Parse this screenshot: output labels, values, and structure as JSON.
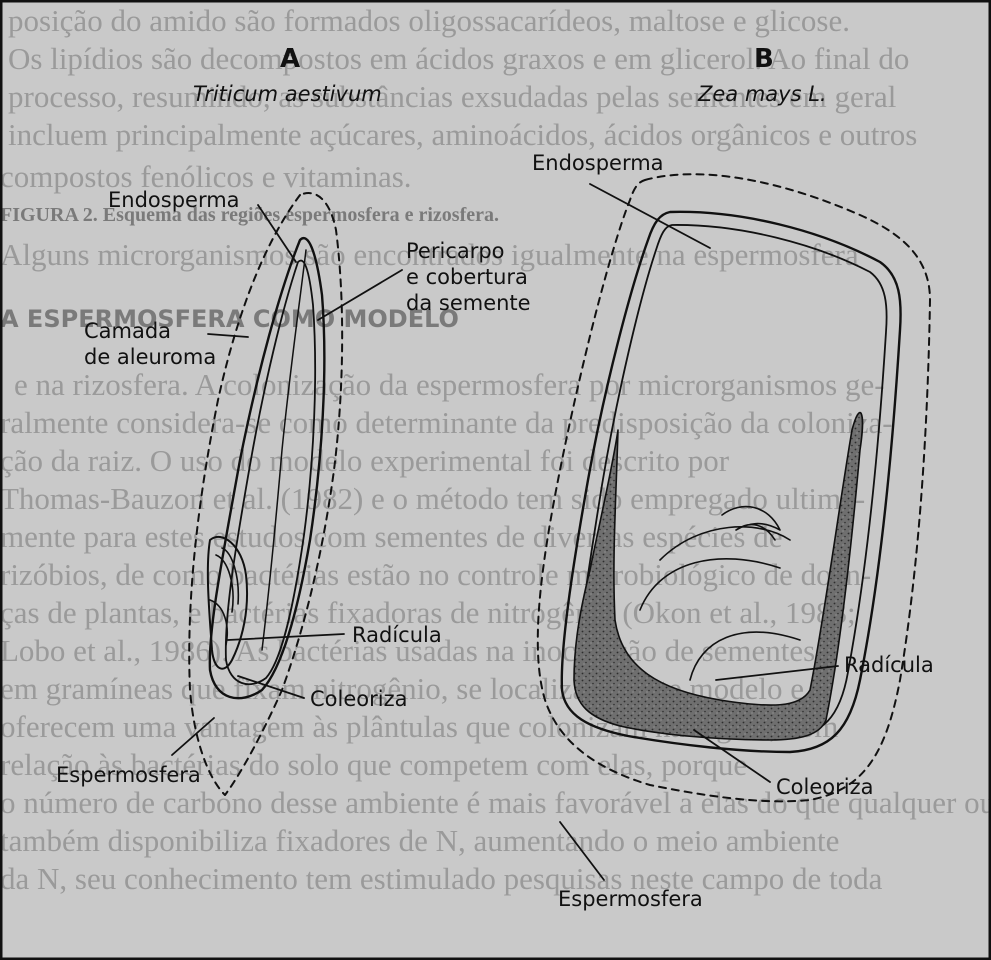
{
  "background_text": [
    "posição do amido são formados oligossacarídeos, maltose e glicose.",
    "Os lipídios são decompostos em ácidos graxos e em glicerol. Ao final do",
    "processo, resumindo, as substâncias exsudadas pelas sementes em geral",
    "incluem principalmente açúcares, aminoácidos, ácidos orgânicos e outros",
    "compostos fenólicos e vitaminas.",
    "Alguns microrganismos são encontrados igualmente na espermosfera",
    "e na rizosfera. A colonização da espermosfera por microrganismos ge-",
    "ralmente considera-se como determinante da predisposição da coloniza-",
    "ção da raiz. O uso do modelo experimental foi descrito por",
    "Thomas-Bauzon et al. (1982) e o método tem sido empregado ultima-",
    "mente para estes estudos com sementes de diversas espécies de",
    "rizóbios, de como bactérias estão no controle microbiológico de doen-",
    "ças de plantas, e bactérias fixadoras de nitrogênio (Okon et al., 1983;",
    "Lobo et al., 1986). As bactérias usadas na inoculação de sementes",
    "em gramíneas que fixam nitrogênio, se localizam neste modelo e",
    "oferecem uma vantagem às plântulas que colonizam na região, com",
    "relação às bactérias do solo que competem com elas, porque",
    "o número de carbono desse ambiente é mais favorável a elas do que qualquer outro",
    "também disponibiliza fixadores de N, aumentando o meio ambiente",
    "da N, seu conhecimento tem estimulado pesquisas neste campo de toda"
  ],
  "figure_caption": "FIGURA 2. Esquema das regiões espermosfera e rizosfera.",
  "section_heading": "A ESPERMOSFERA COMO MODELO",
  "panel_a": {
    "letter": "A",
    "species": "Triticum aestivum",
    "labels": {
      "endosperma": "Endosperma",
      "pericarpo": "Pericarpo\ne cobertura\nda semente",
      "aleuroma": "Camada\nde aleuroma",
      "radicula": "Radícula",
      "coleoriza": "Coleoriza",
      "espermosfera": "Espermosfera"
    }
  },
  "panel_b": {
    "letter": "B",
    "species": "Zea mays L.",
    "labels": {
      "endosperma": "Endosperma",
      "radicula": "Radícula",
      "coleoriza": "Coleoriza",
      "espermosfera": "Espermosfera"
    }
  }
}
